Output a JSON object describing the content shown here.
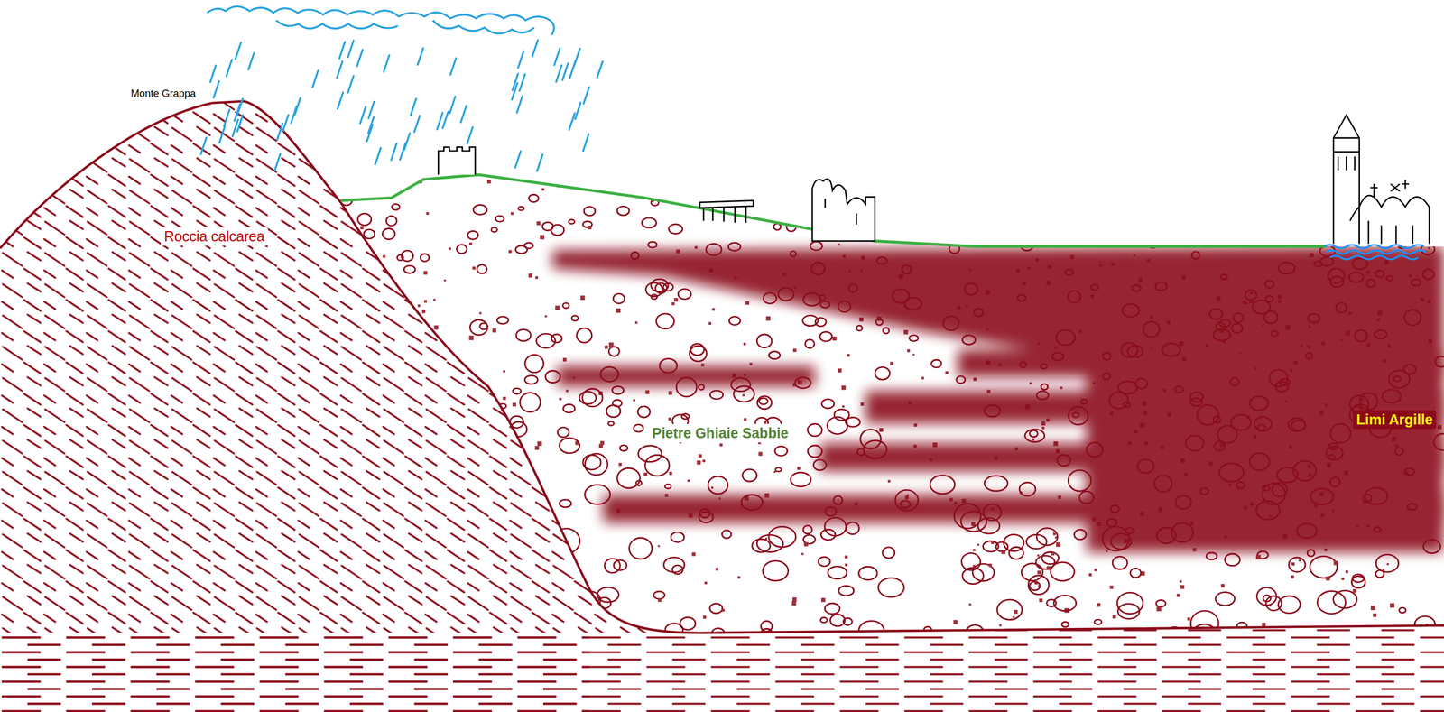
{
  "diagram": {
    "labels": [
      "Monte Grappa",
      "Roccia calcarea",
      "Pietre Ghiaie Sabbie",
      "Limi Argille"
    ]
  }
}
